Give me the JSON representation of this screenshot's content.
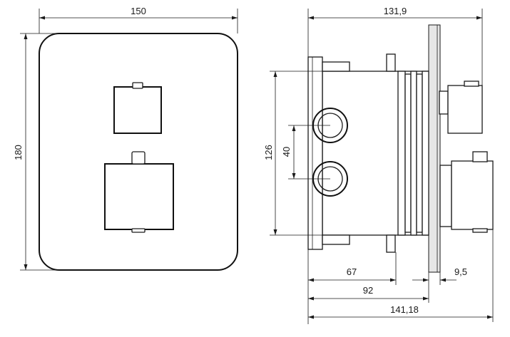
{
  "front_view": {
    "width_label": "150",
    "height_label": "180"
  },
  "side_view": {
    "total_depth_label": "131,9",
    "body_height_label": "126",
    "port_spacing_label": "40",
    "body_depth_label": "67",
    "mount_depth_label": "92",
    "overall_depth_label": "141,18",
    "plate_offset_label": "9,5"
  }
}
